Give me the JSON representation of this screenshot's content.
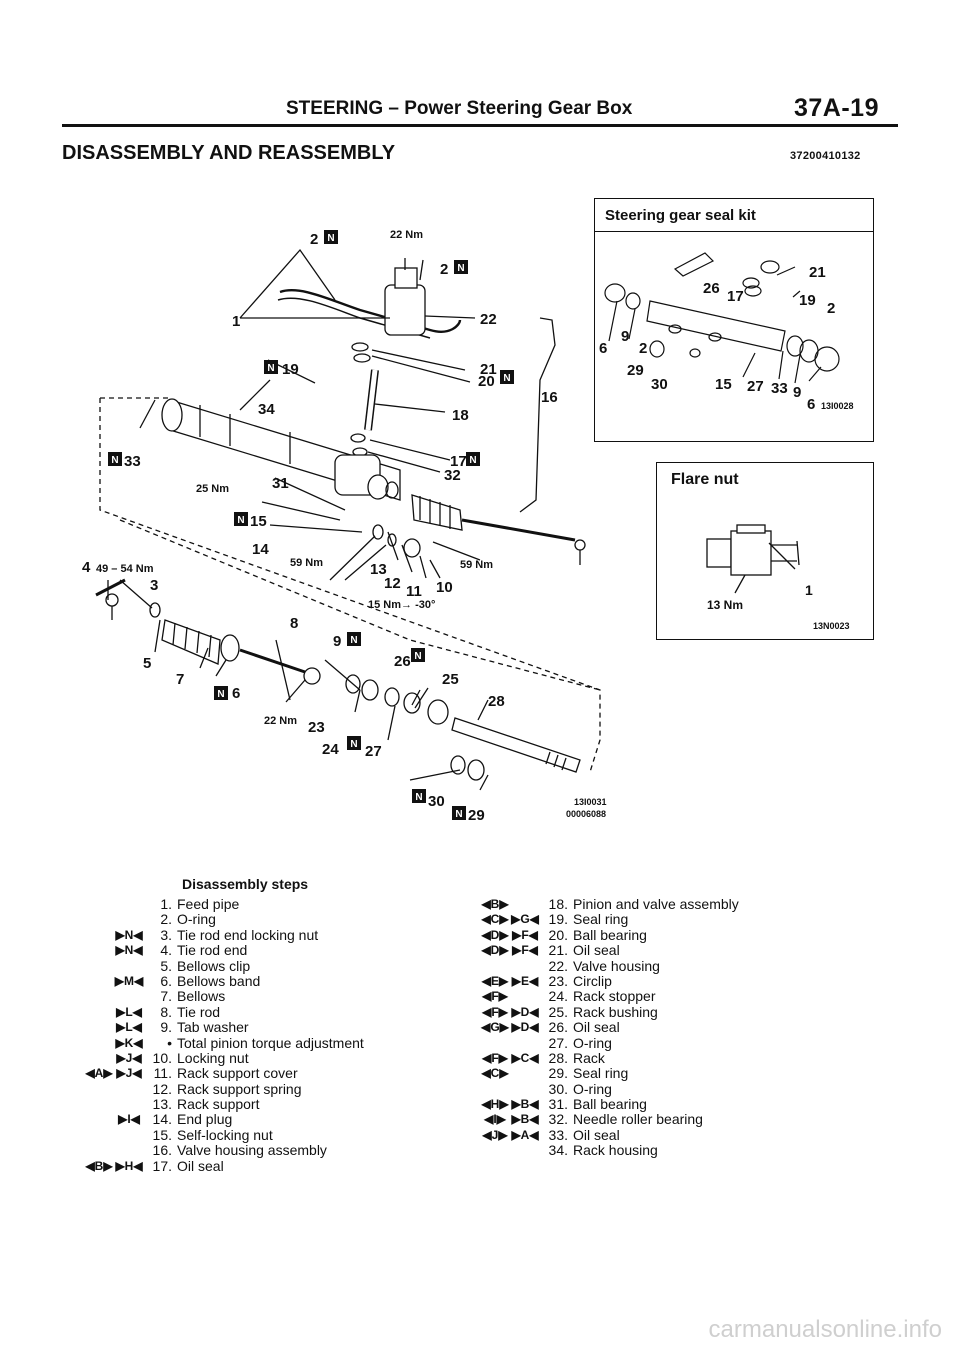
{
  "header": {
    "section": "STEERING – Power Steering Gear Box",
    "page": "37A-19"
  },
  "title": "DISASSEMBLY AND REASSEMBLY",
  "doc_number": "37200410132",
  "kit_box": {
    "title": "Steering gear seal kit",
    "figure_code": "13I0028"
  },
  "flare_box": {
    "title": "Flare nut",
    "torque": "13 Nm",
    "callout": "1",
    "figure_code": "13N0023"
  },
  "main_figure": {
    "code1": "13I0031",
    "code2": "00006088"
  },
  "callouts": {
    "c1": "1",
    "c2a": "2",
    "c2b": "2",
    "c3": "3",
    "c4": "4",
    "c5": "5",
    "c6": "6",
    "c7": "7",
    "c8": "8",
    "c9": "9",
    "c10": "10",
    "c11": "11",
    "c12": "12",
    "c13": "13",
    "c14": "14",
    "c15": "15",
    "c16": "16",
    "c17": "17",
    "c18": "18",
    "c19": "19",
    "c20": "20",
    "c21": "21",
    "c22": "22",
    "c23": "23",
    "c24": "24",
    "c25": "25",
    "c26": "26",
    "c27": "27",
    "c28": "28",
    "c29": "29",
    "c30": "30",
    "c31": "31",
    "c32": "32",
    "c33": "33",
    "c34": "34",
    "t22a": "22 Nm",
    "t25": "25 Nm",
    "t59a": "59 Nm",
    "t59b": "59 Nm",
    "t4954": "49 – 54 Nm",
    "t15": "15 Nm→ -30°",
    "t22b": "22 Nm",
    "n": "N"
  },
  "kit_callouts": {
    "k26": "26",
    "k17": "17",
    "k21": "21",
    "k19": "19",
    "k2a": "2",
    "k6": "6",
    "k9a": "9",
    "k2b": "2",
    "k29": "29",
    "k30": "30",
    "k15": "15",
    "k27": "27",
    "k33": "33",
    "k9b": "9",
    "k6b": "6"
  },
  "steps": {
    "title": "Disassembly steps",
    "left": [
      {
        "a": "",
        "b": "",
        "n": "1.",
        "label": "Feed pipe"
      },
      {
        "a": "",
        "b": "",
        "n": "2.",
        "label": "O-ring"
      },
      {
        "a": "",
        "b": "▶N◀",
        "n": "3.",
        "label": "Tie rod end locking nut"
      },
      {
        "a": "",
        "b": "▶N◀",
        "n": "4.",
        "label": "Tie rod end"
      },
      {
        "a": "",
        "b": "",
        "n": "5.",
        "label": "Bellows clip"
      },
      {
        "a": "",
        "b": "▶M◀",
        "n": "6.",
        "label": "Bellows band"
      },
      {
        "a": "",
        "b": "",
        "n": "7.",
        "label": "Bellows"
      },
      {
        "a": "",
        "b": "▶L◀",
        "n": "8.",
        "label": "Tie rod"
      },
      {
        "a": "",
        "b": "▶L◀",
        "n": "9.",
        "label": "Tab washer"
      },
      {
        "a": "",
        "b": "▶K◀",
        "n": "•",
        "label": "Total pinion torque adjustment"
      },
      {
        "a": "",
        "b": "▶J◀",
        "n": "10.",
        "label": "Locking nut"
      },
      {
        "a": "◀A▶",
        "b": "▶J◀",
        "n": "11.",
        "label": "Rack support cover"
      },
      {
        "a": "",
        "b": "",
        "n": "12.",
        "label": "Rack support spring"
      },
      {
        "a": "",
        "b": "",
        "n": "13.",
        "label": "Rack support"
      },
      {
        "a": "",
        "b": "▶I◀",
        "n": "14.",
        "label": "End plug"
      },
      {
        "a": "",
        "b": "",
        "n": "15.",
        "label": "Self-locking nut"
      },
      {
        "a": "",
        "b": "",
        "n": "16.",
        "label": "Valve housing assembly"
      },
      {
        "a": "◀B▶",
        "b": "▶H◀",
        "n": "17.",
        "label": "Oil seal"
      }
    ],
    "right": [
      {
        "a": "◀B▶",
        "b": "",
        "n": "18.",
        "label": "Pinion and valve assembly"
      },
      {
        "a": "◀C▶",
        "b": "▶G◀",
        "n": "19.",
        "label": "Seal ring"
      },
      {
        "a": "◀D▶",
        "b": "▶F◀",
        "n": "20.",
        "label": "Ball bearing"
      },
      {
        "a": "◀D▶",
        "b": "▶F◀",
        "n": "21.",
        "label": "Oil seal"
      },
      {
        "a": "",
        "b": "",
        "n": "22.",
        "label": "Valve housing"
      },
      {
        "a": "◀E▶",
        "b": "▶E◀",
        "n": "23.",
        "label": "Circlip"
      },
      {
        "a": "◀F▶",
        "b": "",
        "n": "24.",
        "label": "Rack stopper"
      },
      {
        "a": "◀F▶",
        "b": "▶D◀",
        "n": "25.",
        "label": "Rack bushing"
      },
      {
        "a": "◀G▶",
        "b": "▶D◀",
        "n": "26.",
        "label": "Oil seal"
      },
      {
        "a": "",
        "b": "",
        "n": "27.",
        "label": "O-ring"
      },
      {
        "a": "◀F▶",
        "b": "▶C◀",
        "n": "28.",
        "label": "Rack"
      },
      {
        "a": "◀C▶",
        "b": "",
        "n": "29.",
        "label": "Seal ring"
      },
      {
        "a": "",
        "b": "",
        "n": "30.",
        "label": "O-ring"
      },
      {
        "a": "◀H▶",
        "b": "▶B◀",
        "n": "31.",
        "label": "Ball bearing"
      },
      {
        "a": "◀I▶",
        "b": "▶B◀",
        "n": "32.",
        "label": "Needle roller bearing"
      },
      {
        "a": "◀J▶",
        "b": "▶A◀",
        "n": "33.",
        "label": "Oil seal"
      },
      {
        "a": "",
        "b": "",
        "n": "34.",
        "label": "Rack housing"
      }
    ]
  },
  "watermark": "carmanualsonline.info"
}
